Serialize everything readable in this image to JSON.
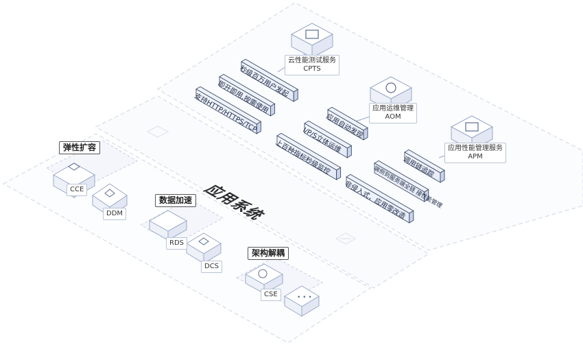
{
  "title": "应用系统",
  "groups": {
    "elastic": "弹性扩容",
    "data": "数据加速",
    "arch": "架构解耦"
  },
  "nodes": {
    "cce": "CCE",
    "ddm": "DDM",
    "rds": "RDS",
    "dcs": "DCS",
    "cse": "CSE"
  },
  "services": {
    "cpts_name": "云性能测试服务",
    "cpts_code": "CPTS",
    "aom_name": "应用运维管理",
    "aom_code": "AOM",
    "apm_name": "应用性能管理服务",
    "apm_code": "APM"
  },
  "features": {
    "cpts": [
      "秒级百万用户发起",
      "即开即用,按需使用",
      "支持HTTP/HTTPS/TCP"
    ],
    "aom": [
      "应用自动发现",
      "I/P/S立体运维",
      "上百种指标秒级监控"
    ],
    "apm": [
      "调用链追踪",
      "端侧到服务端全链\n接性能管理",
      "非侵入式，应用零改造"
    ]
  },
  "colors": {
    "accent": "#3d5ccc",
    "pill_top": "#eef2fb",
    "pill_border": "#3b4a66",
    "plane_border": "#d7dce6"
  }
}
